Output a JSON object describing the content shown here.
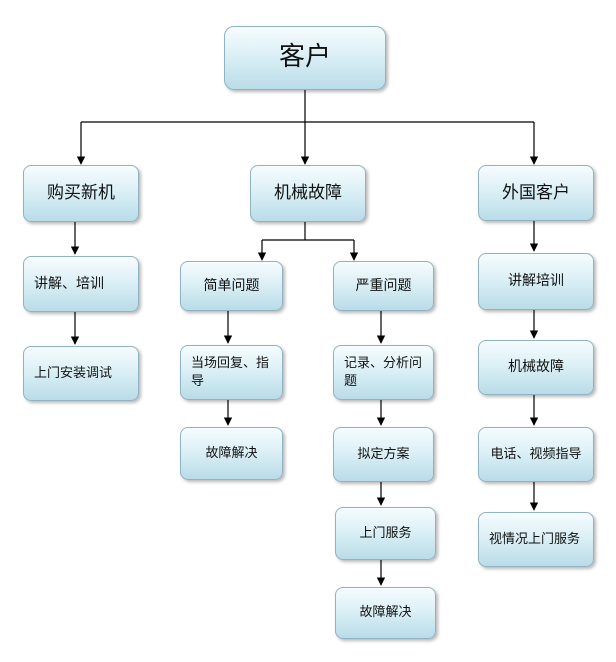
{
  "root": {
    "label": "客户"
  },
  "branches": {
    "purchase": {
      "label": "购买新机",
      "steps": [
        "讲解、培训",
        "上门安装调试"
      ]
    },
    "fault": {
      "label": "机械故障",
      "simple": {
        "label": "简单问题",
        "steps": [
          "当场回复、指导",
          "故障解决"
        ]
      },
      "serious": {
        "label": "严重问题",
        "steps": [
          "记录、分析问题",
          "拟定方案",
          "上门服务",
          "故障解决"
        ]
      }
    },
    "foreign": {
      "label": "外国客户",
      "steps": [
        "讲解培训",
        "机械故障",
        "电话、视频指导",
        "视情况上门服务"
      ]
    }
  },
  "colors": {
    "box_border": "#8fb3c2",
    "box_top": "#f6fcfe",
    "box_bottom": "#b9dce8",
    "line": "#000000"
  }
}
